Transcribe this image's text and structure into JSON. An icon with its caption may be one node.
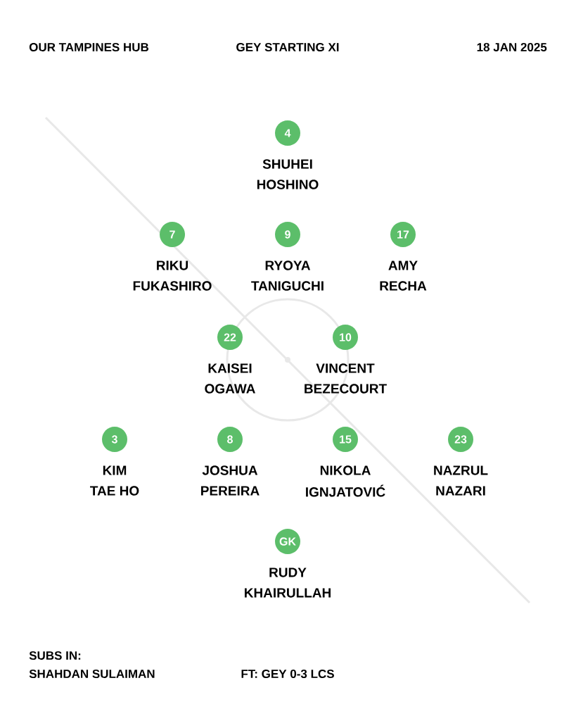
{
  "diagram": {
    "title": "GEY STARTING XI",
    "nodes": [
      {
        "text": [
          "4"
        ],
        "beside": [
          "SHUHEI",
          "HOSHINO"
        ]
      },
      {
        "text": [
          "7"
        ],
        "beside": [
          "RIKU",
          "FUKASHIRO"
        ]
      },
      {
        "text": [
          "9"
        ],
        "beside": [
          "RYOYA",
          "TANIGUCHI"
        ]
      },
      {
        "text": [
          "17"
        ],
        "beside": [
          "AMY",
          "RECHA"
        ]
      },
      {
        "text": [
          "22"
        ],
        "beside": [
          "KAISEI",
          "OGAWA"
        ]
      },
      {
        "text": [
          "10"
        ],
        "beside": [
          "VINCENT",
          "BEZECOURT"
        ]
      },
      {
        "text": [
          "3"
        ],
        "beside": [
          "KIM",
          "TAE HO"
        ]
      },
      {
        "text": [
          "8"
        ],
        "beside": [
          "JOSHUA",
          "PEREIRA"
        ]
      },
      {
        "text": [
          "15"
        ],
        "beside": [
          "NIKOLA",
          "IGNJATOVIĆ"
        ]
      },
      {
        "text": [
          "23"
        ],
        "beside": [
          "NAZRUL",
          "NAZARI"
        ]
      },
      {
        "text": [
          "GK"
        ],
        "beside": [
          "RUDY",
          "KHAIRULLAH"
        ]
      }
    ],
    "edges": [],
    "labels": [
      "OUR TAMPINES HUB",
      "18 JAN 2025",
      "SUBS IN:",
      "SHAHDAN SULAIMAN",
      "FT: GEY 0-3 LCS"
    ]
  }
}
